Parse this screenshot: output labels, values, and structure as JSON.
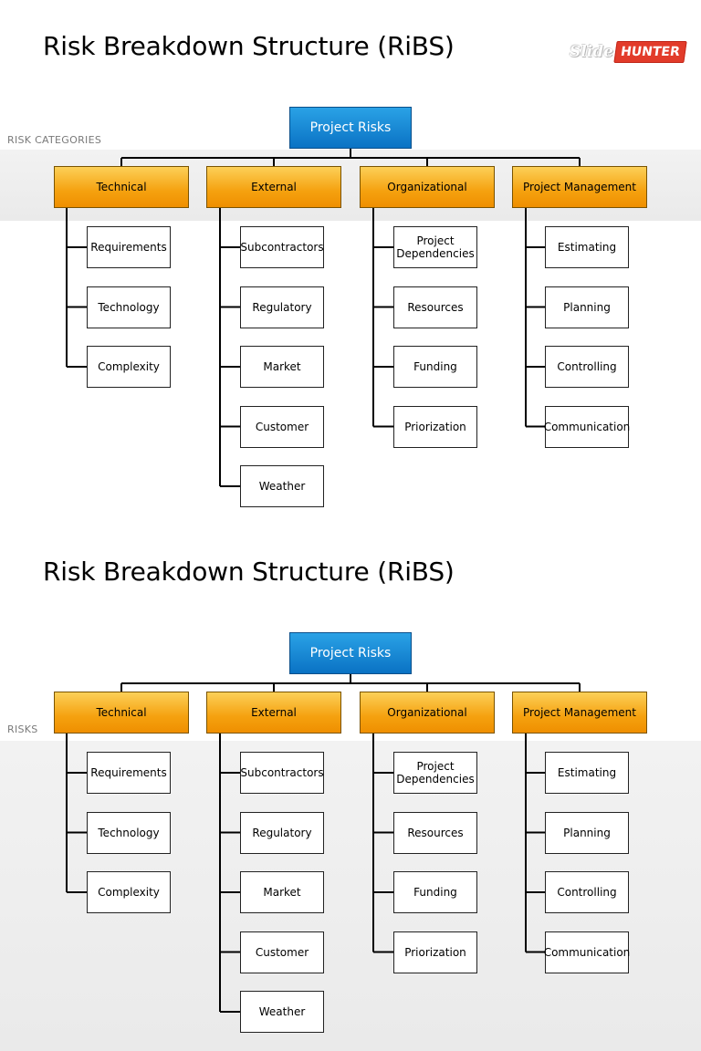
{
  "slides": [
    {
      "title": "Risk Breakdown Structure (RiBS)",
      "band_label": "RISK CATEGORIES",
      "logo": {
        "part1": "Slide",
        "part2": "HUNTER"
      }
    },
    {
      "title": "Risk Breakdown Structure (RiBS)",
      "band_label": "RISKS"
    }
  ],
  "diagram": {
    "root": "Project Risks",
    "categories": [
      {
        "label": "Technical",
        "items": [
          "Requirements",
          "Technology",
          "Complexity"
        ]
      },
      {
        "label": "External",
        "items": [
          "Subcontractors",
          "Regulatory",
          "Market",
          "Customer",
          "Weather"
        ]
      },
      {
        "label": "Organizational",
        "items": [
          "Project Dependencies",
          "Resources",
          "Funding",
          "Priorization"
        ]
      },
      {
        "label": "Project Management",
        "items": [
          "Estimating",
          "Planning",
          "Controlling",
          "Communication"
        ]
      }
    ]
  },
  "colors": {
    "root_fill": "#1a8ad6",
    "category_fill": "#f5a10f",
    "leaf_fill": "#ffffff",
    "band_fill": "#eeeeee"
  }
}
